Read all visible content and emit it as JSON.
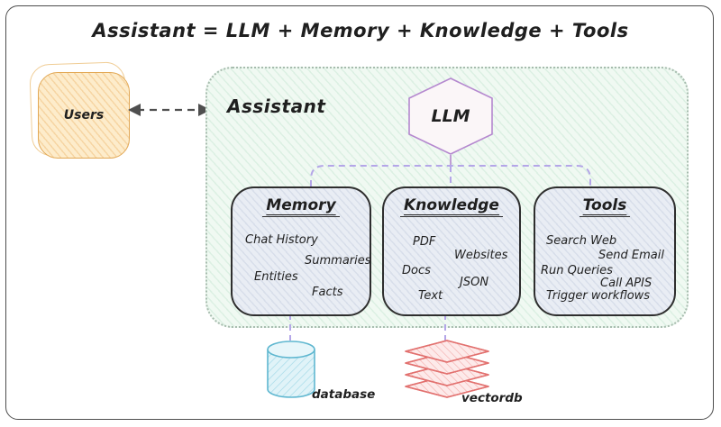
{
  "title": "Assistant = LLM + Memory + Knowledge + Tools",
  "users": {
    "label": "Users"
  },
  "assistant": {
    "label": "Assistant",
    "llm": "LLM",
    "sections": [
      {
        "title": "Memory",
        "items": [
          "Chat History",
          "Summaries",
          "Entities",
          "Facts"
        ]
      },
      {
        "title": "Knowledge",
        "items": [
          "PDF",
          "Websites",
          "Docs",
          "JSON",
          "Text"
        ]
      },
      {
        "title": "Tools",
        "items": [
          "Search Web",
          "Send Email",
          "Run Queries",
          "Call APIS",
          "Trigger workflows"
        ]
      }
    ]
  },
  "datastores": [
    {
      "label": "database",
      "icon": "database-cylinder-icon"
    },
    {
      "label": "vectordb",
      "icon": "vectordb-stack-icon"
    }
  ],
  "colors": {
    "text": "#1f1f1f",
    "users_fill": "#fdeccb",
    "users_stroke": "#e2a855",
    "assistant_fill": "#f0f9f2",
    "assistant_border": "#a7bcae",
    "node_fill": "#e9edf4",
    "node_border": "#2e2e2e",
    "llm_stroke": "#b588cf",
    "llm_fill": "#fbf6f8",
    "connector_dashed": "#b4a6e8",
    "users_arrow": "#4f4f4f",
    "database_stroke": "#5fb7d0",
    "database_fill": "#e0f3f8",
    "vectordb_stroke": "#e2716f",
    "vectordb_fill": "#fdeaea"
  }
}
